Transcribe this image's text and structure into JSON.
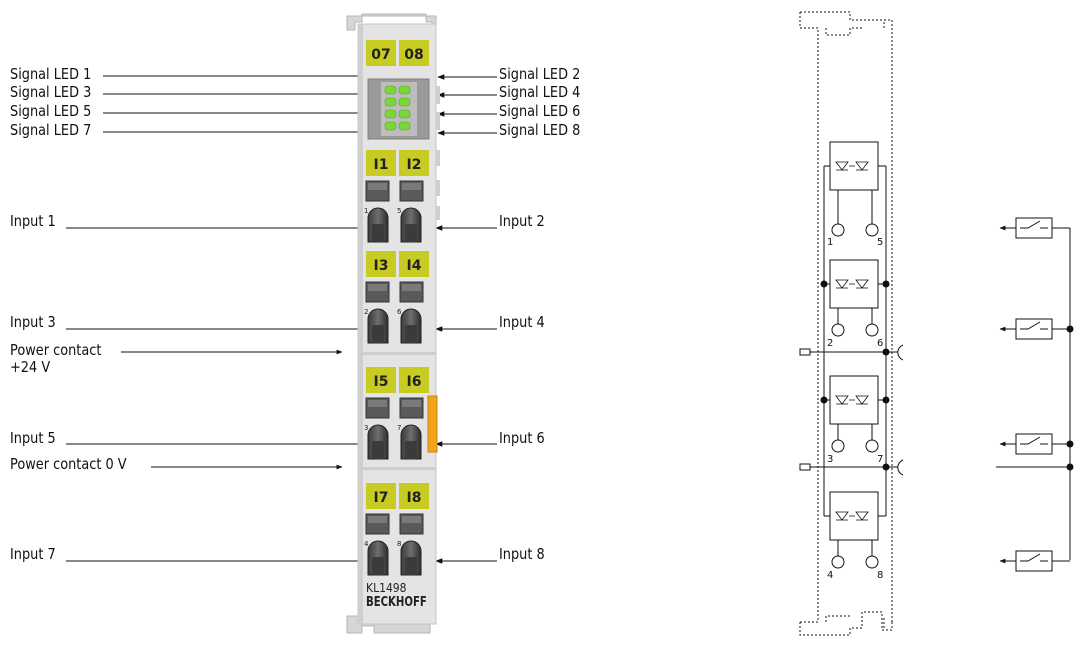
{
  "terminal": {
    "led_tags": [
      "07",
      "08"
    ],
    "input_tags": [
      [
        "I1",
        "I2"
      ],
      [
        "I3",
        "I4"
      ],
      [
        "I5",
        "I6"
      ],
      [
        "I7",
        "I8"
      ]
    ],
    "contact_numbers": [
      [
        "1",
        "5"
      ],
      [
        "2",
        "6"
      ],
      [
        "3",
        "7"
      ],
      [
        "4",
        "8"
      ]
    ],
    "model": "KL1498",
    "brand": "BECKHOFF",
    "tag_color": "#c8cc22",
    "body_color": "#e2e2e2",
    "led_color": "#7bd63a",
    "accent_color": "#f2a41c"
  },
  "labels": {
    "left": [
      "Signal LED 1",
      "Signal LED 3",
      "Signal LED 5",
      "Signal LED 7",
      "Input 1",
      "Input 3",
      "Input 5",
      "Input 7"
    ],
    "right": [
      "Signal LED 2",
      "Signal LED 4",
      "Signal LED 6",
      "Signal LED 8",
      "Input 2",
      "Input 4",
      "Input 6",
      "Input 8"
    ],
    "power_24v_line1": "Power contact",
    "power_24v_line2": "+24 V",
    "power_0v": "Power contact 0 V"
  },
  "schematic": {
    "terminal_numbers": [
      [
        "1",
        "5"
      ],
      [
        "2",
        "6"
      ],
      [
        "3",
        "7"
      ],
      [
        "4",
        "8"
      ]
    ]
  }
}
